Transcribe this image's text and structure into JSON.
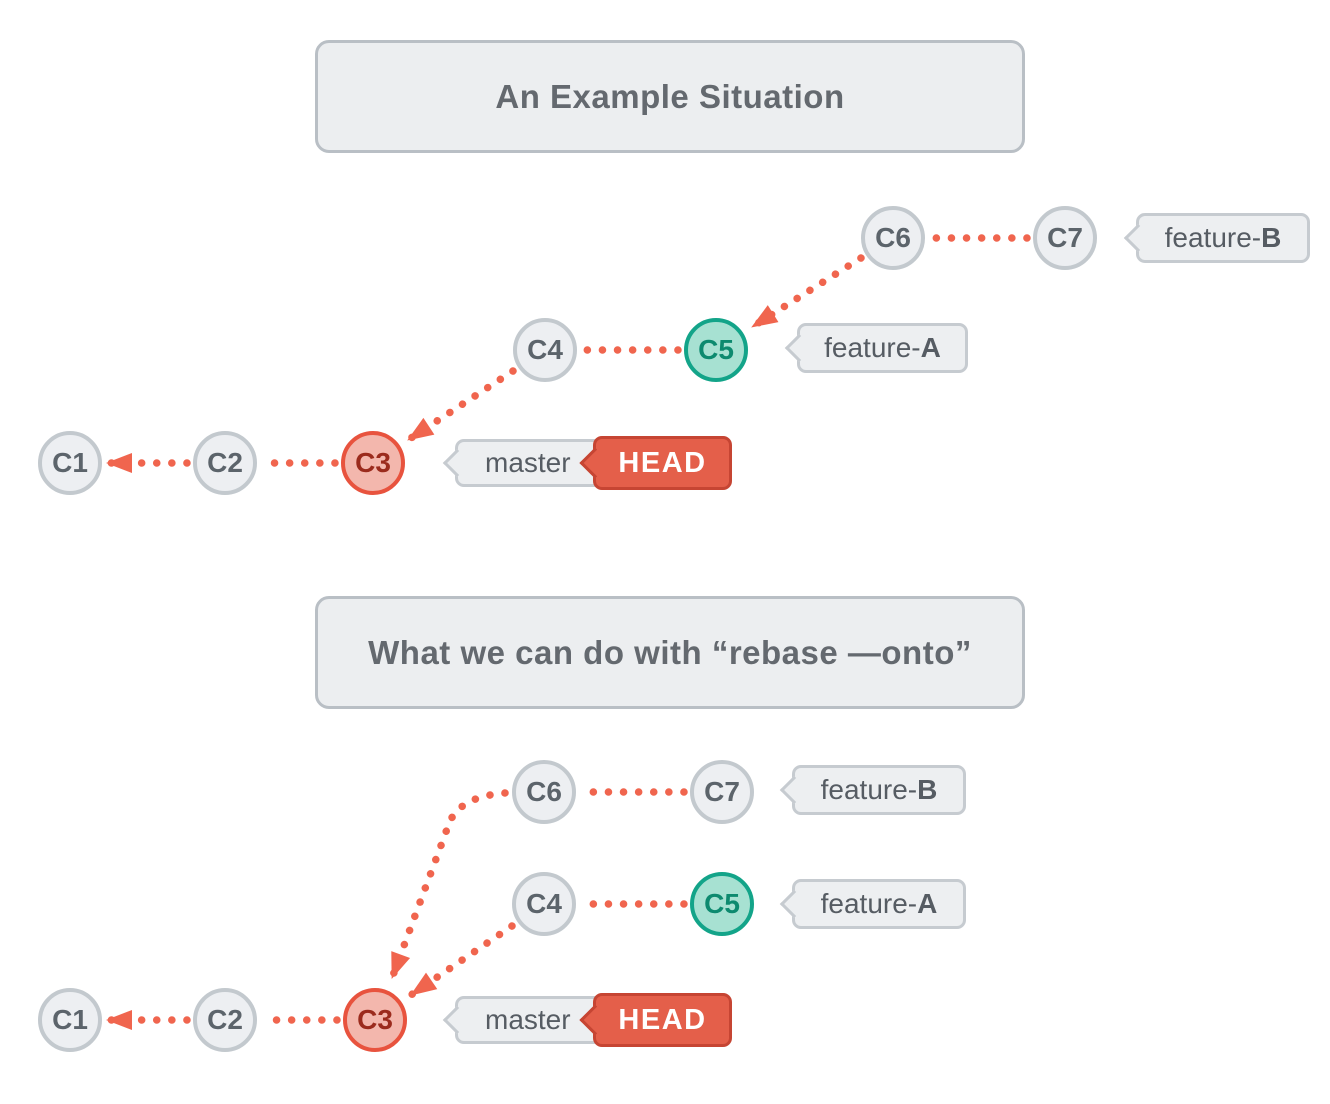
{
  "colors": {
    "background": "#FFFFFF",
    "connector_red": "#F0654E",
    "title_box_fill": "#ECEEF0",
    "title_box_border": "#B9BFC5",
    "title_text": "#64696F",
    "gray_node_fill": "#EDEFF2",
    "gray_node_border": "#C3C9CE",
    "gray_node_text": "#5C646B",
    "teal_node_fill": "#A7E1D2",
    "teal_node_border": "#13A489",
    "teal_node_text": "#0D8A6F",
    "red_node_fill": "#F3B7AD",
    "red_node_border": "#E8533E",
    "red_node_text": "#9B2B1D",
    "label_bubble_fill": "#EDEFF1",
    "label_bubble_border": "#C6CBD0",
    "label_text": "#565C63",
    "head_tag_fill": "#E45F4A",
    "head_tag_border": "#C64533",
    "head_tag_text": "#FFFFFF"
  },
  "diagram1": {
    "title": "An Example Situation",
    "commits": [
      {
        "id": "C1",
        "variant": "gray"
      },
      {
        "id": "C2",
        "variant": "gray"
      },
      {
        "id": "C3",
        "variant": "red"
      },
      {
        "id": "C4",
        "variant": "gray"
      },
      {
        "id": "C5",
        "variant": "teal"
      },
      {
        "id": "C6",
        "variant": "gray"
      },
      {
        "id": "C7",
        "variant": "gray"
      }
    ],
    "labels": {
      "feature_a": {
        "prefix": "feature-",
        "suffix": "A"
      },
      "feature_b": {
        "prefix": "feature-",
        "suffix": "B"
      },
      "master": "master",
      "head": "HEAD"
    },
    "edges": [
      {
        "from": "C7",
        "to": "C6",
        "arrow": false
      },
      {
        "from": "C6",
        "to": "C5",
        "arrow": true
      },
      {
        "from": "C5",
        "to": "C4",
        "arrow": false
      },
      {
        "from": "C4",
        "to": "C3",
        "arrow": true
      },
      {
        "from": "C3",
        "to": "C2",
        "arrow": false
      },
      {
        "from": "C2",
        "to": "C1",
        "arrow": true
      }
    ]
  },
  "diagram2": {
    "title": "What we can do with “rebase —onto”",
    "commits": [
      {
        "id": "C1",
        "variant": "gray"
      },
      {
        "id": "C2",
        "variant": "gray"
      },
      {
        "id": "C3",
        "variant": "red"
      },
      {
        "id": "C4",
        "variant": "gray"
      },
      {
        "id": "C5",
        "variant": "teal"
      },
      {
        "id": "C6",
        "variant": "gray"
      },
      {
        "id": "C7",
        "variant": "gray"
      }
    ],
    "labels": {
      "feature_a": {
        "prefix": "feature-",
        "suffix": "A"
      },
      "feature_b": {
        "prefix": "feature-",
        "suffix": "B"
      },
      "master": "master",
      "head": "HEAD"
    },
    "edges": [
      {
        "from": "C7",
        "to": "C6",
        "arrow": false
      },
      {
        "from": "C6",
        "to": "C3",
        "arrow": true
      },
      {
        "from": "C5",
        "to": "C4",
        "arrow": false
      },
      {
        "from": "C4",
        "to": "C3",
        "arrow": true
      },
      {
        "from": "C3",
        "to": "C2",
        "arrow": false
      },
      {
        "from": "C2",
        "to": "C1",
        "arrow": true
      }
    ]
  }
}
